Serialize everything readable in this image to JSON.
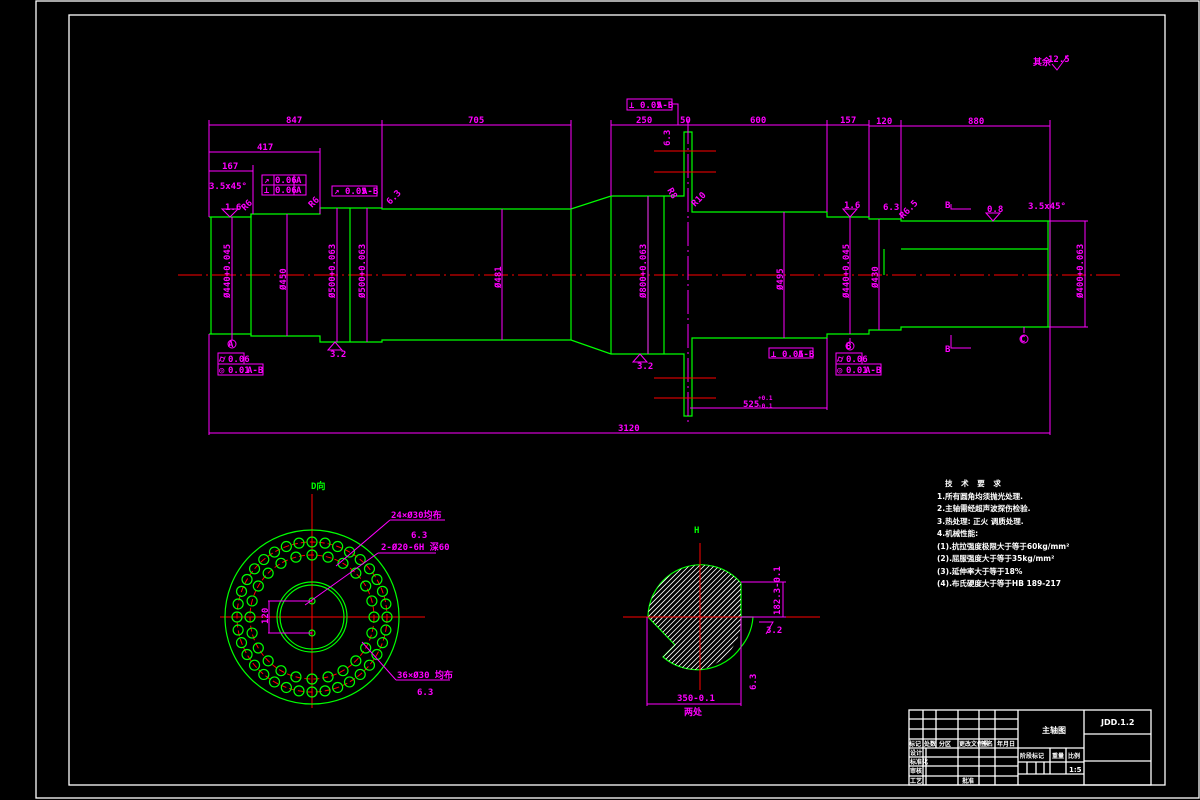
{
  "drawing": {
    "roughness_note": {
      "label": "其余",
      "value": "12.5"
    },
    "dimensions_top": {
      "d847": "847",
      "d417": "417",
      "d167": "167",
      "d705": "705",
      "d250": "250",
      "d50": "50",
      "d600": "600",
      "d157": "157",
      "d120": "120",
      "d880": "880"
    },
    "overall_length": "3120",
    "flange_offset": "525",
    "flange_offset_tol_upper": "+0.1",
    "flange_offset_tol_lower": "-0.1",
    "chamfer_left": "3.5x45°",
    "chamfer_right": "3.5x45°",
    "diameters": [
      {
        "id": "d440-left",
        "text": "Ø440+0.045"
      },
      {
        "id": "d450-left",
        "text": "Ø450"
      },
      {
        "id": "d500a",
        "text": "Ø500+0.063"
      },
      {
        "id": "d500b",
        "text": "Ø500+0.063"
      },
      {
        "id": "d481",
        "text": "Ø481"
      },
      {
        "id": "d800",
        "text": "Ø800+0.063"
      },
      {
        "id": "d495",
        "text": "Ø495"
      },
      {
        "id": "d440-right",
        "text": "Ø440+0.045"
      },
      {
        "id": "d430",
        "text": "Ø430"
      },
      {
        "id": "d400",
        "text": "Ø400+0.063"
      }
    ],
    "radii": {
      "r6a": "R6",
      "r6b": "R6",
      "r8": "R8",
      "r10": "R10",
      "r6_5": "R6.5"
    },
    "roughness": {
      "r1_6a": "1.6",
      "r3_2a": "3.2",
      "r3_2b": "3.2",
      "r1_6b": "1.6",
      "r3_2c": "6.3",
      "r0_8": "0.8",
      "r6_3": "6.3",
      "ra6_3": "6.3",
      "r12_5": "12.5"
    },
    "tolerance_frames": [
      {
        "id": "runout-A",
        "symbol": "↗",
        "value": "0.06",
        "datum": "A"
      },
      {
        "id": "perp-A",
        "symbol": "⊥",
        "value": "0.06",
        "datum": "A"
      },
      {
        "id": "runout-AB-top",
        "symbol": "↗",
        "value": "0.05",
        "datum": "A-B"
      },
      {
        "id": "perp-AB-flange",
        "symbol": "⊥",
        "value": "0.05",
        "datum": "A-B"
      },
      {
        "id": "perp-AB-right",
        "symbol": "⊥",
        "value": "0.05",
        "datum": "A-B"
      },
      {
        "id": "cyl-left",
        "symbol": "⌭",
        "value": "0.06",
        "datum": ""
      },
      {
        "id": "coax-left",
        "symbol": "◎",
        "value": "0.01",
        "datum": "A-B"
      },
      {
        "id": "cyl-right",
        "symbol": "⌭",
        "value": "0.06",
        "datum": ""
      },
      {
        "id": "coax-right",
        "symbol": "◎",
        "value": "0.01",
        "datum": "A-B"
      }
    ],
    "datums": {
      "a": "A",
      "b": "B",
      "c": "C"
    },
    "section_marks": {
      "top": "B",
      "bottom": "B"
    },
    "view_d": {
      "title": "D向",
      "note1": "24×Ø30均布",
      "note1_rough": "6.3",
      "note2": "2-Ø20-6H 深60",
      "note3": "36×Ø30 均布",
      "note3_rough": "6.3",
      "dim_120": "120"
    },
    "section_h": {
      "title": "H",
      "dim_width": "350-0.1",
      "dim_width_sub": "两处",
      "dim_height": "182.3-0.1",
      "rough_a": "3.2",
      "rough_b": "6.3"
    },
    "tech_requirements": {
      "title": "技 术 要 求",
      "items": [
        "1.所有圆角均须抛光处理.",
        "2.主轴需经超声波探伤检验.",
        "3.热处理: 正火 调质处理.",
        "4.机械性能:",
        "(1).抗拉强度极限大于等于60kg/mm²",
        "(2).屈服强度大于等于35kg/mm²",
        "(3).延伸率大于等于18%",
        "(4).布氏硬度大于等于HB 189-217"
      ]
    },
    "title_block": {
      "part_name": "主轴图",
      "drawing_no": "JDD.1.2",
      "row_headers": [
        "标记",
        "处数",
        "分区",
        "更改文件号",
        "签名",
        "年月日"
      ],
      "designer": "设计",
      "checker": "审核",
      "craft": "工艺",
      "standard": "标准化",
      "approve": "批准",
      "stage_label": "阶段标记",
      "weight_label": "重量",
      "scale_label": "比例",
      "scale_value": "1:5"
    }
  }
}
